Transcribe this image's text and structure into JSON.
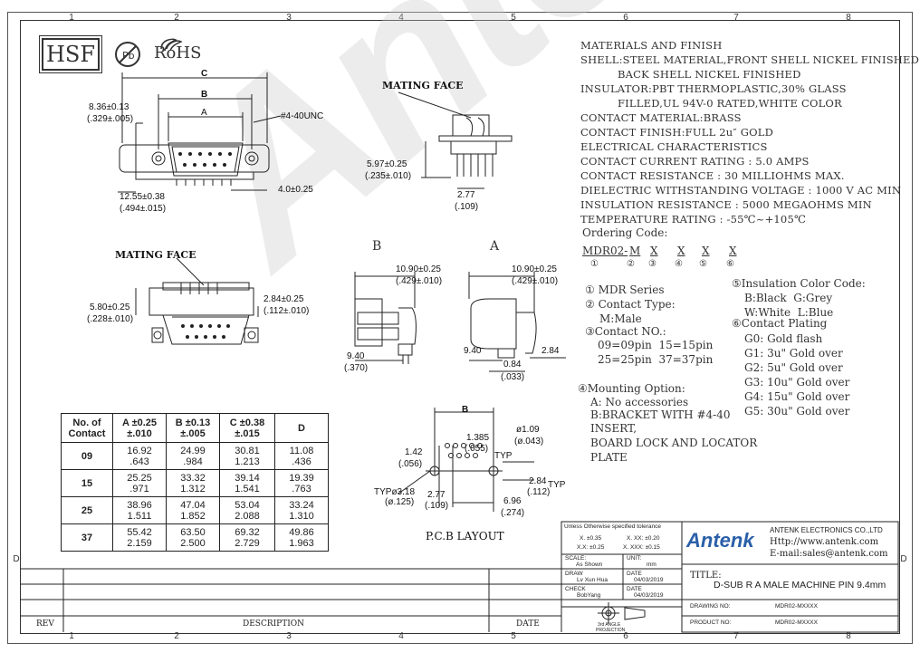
{
  "zones": {
    "columns": [
      "1",
      "2",
      "3",
      "4",
      "5",
      "6",
      "7",
      "8"
    ],
    "rows": [
      "D"
    ]
  },
  "header": {
    "hsf_logo": "HSF",
    "rohs_logo": "RoHS"
  },
  "watermark": "Antenk",
  "specs": {
    "title": "MATERIALS AND FINISH",
    "lines": [
      "SHELL:STEEL MATERIAL,FRONT SHELL NICKEL FINISHED",
      "BACK SHELL NICKEL FINISHED",
      "INSULATOR:PBT THERMOPLASTIC,30% GLASS",
      "FILLED,UL 94V-0 RATED,WHITE COLOR",
      "CONTACT MATERIAL:BRASS",
      "CONTACT FINISH:FULL 2u″ GOLD",
      "ELECTRICAL CHARACTERISTICS",
      "CONTACT CURRENT RATING : 5.0 AMPS",
      "CONTACT RESISTANCE : 30 MILLIOHMS MAX.",
      "DIELECTRIC WITHSTANDING VOLTAGE : 1000 V AC MIN",
      "INSULATION RESISTANCE : 5000 MEGAOHMS MIN",
      "TEMPERATURE RATING : -55℃~+105℃"
    ]
  },
  "ordering": {
    "title": "Ordering Code:",
    "code": "MDR02-",
    "parts": [
      "M",
      "X",
      "X",
      "X",
      "X"
    ],
    "circles": [
      "①",
      "②",
      "③",
      "④",
      "⑤",
      "⑥"
    ],
    "mdr_series": "① MDR Series",
    "contact_type": "② Contact Type:",
    "contact_type_val": "M:Male",
    "contact_no": "③Contact NO.:",
    "contact_no_1": "09=09pin  15=15pin",
    "contact_no_2": "25=25pin  37=37pin",
    "mounting": "④Mounting Option:",
    "mounting_a": "A: No accessories",
    "mounting_b": "B:BRACKET WITH #4-40",
    "mounting_c": "INSERT,",
    "mounting_d": "BOARD LOCK AND LOCATOR",
    "mounting_e": "PLATE",
    "insulation": "⑤Insulation Color Code:",
    "insulation_1": "B:Black  G:Grey",
    "insulation_2": "W:White  L:Blue",
    "plating": "⑥Contact Plating",
    "plating_list": [
      "G0: Gold flash",
      "G1: 3u\" Gold over",
      "G2: 5u\" Gold over",
      "G3: 10u\" Gold over",
      "G4: 15u\" Gold over",
      "G5: 30u\" Gold over"
    ]
  },
  "drawing_labels": {
    "mating_face_1": "MATING FACE",
    "mating_face_2": "MATING FACE",
    "view_b": "B",
    "view_a": "A",
    "pcb_layout": "P.C.B LAYOUT",
    "dims": {
      "c": "C",
      "b": "B",
      "a": "A",
      "d836": "8.36±0.13",
      "d836i": "(.329±.005)",
      "unc": "#4-40UNC",
      "d1255": "12.55±0.38",
      "d1255i": "(.494±.015)",
      "d40": "4.0±0.25",
      "d597": "5.97±0.25",
      "d597i": "(.235±.010)",
      "d277": "2.77",
      "d277i": "(.109)",
      "d580": "5.80±0.25",
      "d580i": "(.228±.010)",
      "d284": "2.84±0.25",
      "d284i": "(.112±.010)",
      "d1090": "10.90±0.25",
      "d1090i": "(.429±.010)",
      "d940": "9.40",
      "d940i": "(.370)",
      "d084": "0.84",
      "d084i": "(.033)",
      "d284b": "2.84",
      "pb": "B",
      "p1385": "1.385",
      "p1385i": "(.055)",
      "ptyp": "TYP",
      "p109": "ø1.09",
      "p109i": "(ø.043)",
      "p142": "1.42",
      "p142i": "(.056)",
      "p318": "TYPø3.18",
      "p318i": "(ø.125)",
      "p277": "2.77",
      "p277i": "(.109)",
      "p284": "2.84",
      "p284i": "(.112)",
      "p284t": "TYP",
      "p696": "6.96",
      "p696i": "(.274)"
    }
  },
  "contact_table": {
    "headers": [
      "No. of Contact",
      "A ±0.25 ±.010",
      "B ±0.13 ±.005",
      "C ±0.38 ±.015",
      "D"
    ],
    "h_no": "No. of",
    "h_contact": "Contact",
    "h_a": "A",
    "h_a_tol": "±0.25",
    "h_a_tol2": "±.010",
    "h_b": "B",
    "h_b_tol": "±0.13",
    "h_b_tol2": "±.005",
    "h_c": "C",
    "h_c_tol": "±0.38",
    "h_c_tol2": "±.015",
    "h_d": "D",
    "rows": [
      {
        "n": "09",
        "a": "16.92",
        "ai": ".643",
        "b": "24.99",
        "bi": ".984",
        "c": "30.81",
        "ci": "1.213",
        "d": "11.08",
        "di": ".436"
      },
      {
        "n": "15",
        "a": "25.25",
        "ai": ".971",
        "b": "33.32",
        "bi": "1.312",
        "c": "39.14",
        "ci": "1.541",
        "d": "19.39",
        "di": ".763"
      },
      {
        "n": "25",
        "a": "38.96",
        "ai": "1.511",
        "b": "47.04",
        "bi": "1.852",
        "c": "53.04",
        "ci": "2.088",
        "d": "33.24",
        "di": "1.310"
      },
      {
        "n": "37",
        "a": "55.42",
        "ai": "2.159",
        "b": "63.50",
        "bi": "2.500",
        "c": "69.32",
        "ci": "2.729",
        "d": "49.86",
        "di": "1.963"
      }
    ]
  },
  "title_block": {
    "tolerance_title": "Unless Otherwise specified tolerance",
    "tol1": "X. ±0.35",
    "tol2": "X. XX: ±0.20",
    "tol3": "X.X: ±0.25",
    "tol4": "X. XXX: ±0.15",
    "scale": "SCALE:",
    "scale_val": "As Shown",
    "unit": "UNIT:",
    "unit_val": "mm",
    "draw": "DRAW",
    "draw_val": "Lv Xun Hua",
    "date1": "DATE",
    "date1_val": "04/03/2019",
    "check": "CHECK",
    "check_val": "BobYang",
    "date2": "DATE",
    "date2_val": "04/03/2019",
    "projection_1": "3rd ANGLE",
    "projection_2": "PROJECTION",
    "company_logo": "Antenk",
    "company_name": "ANTENK ELECTRONICS CO.,LTD",
    "company_url": "Http://www.antenk.com",
    "company_email": "E-mail:sales@antenk.com",
    "title_label": "TITLE:",
    "title_val": "D-SUB R A MALE MACHINE PIN 9.4mm",
    "drawing_no_label": "DRAWING NO:",
    "drawing_no_val": "MDR02-MXXXX",
    "product_no_label": "PRODUCT NO:",
    "product_no_val": "MDR02-MXXXX",
    "rev": "REV",
    "description": "DESCRIPTION",
    "date": "DATE"
  },
  "colors": {
    "line": "#333333",
    "logo_blue": "#2a5fa8",
    "watermark": "#cccccc"
  }
}
